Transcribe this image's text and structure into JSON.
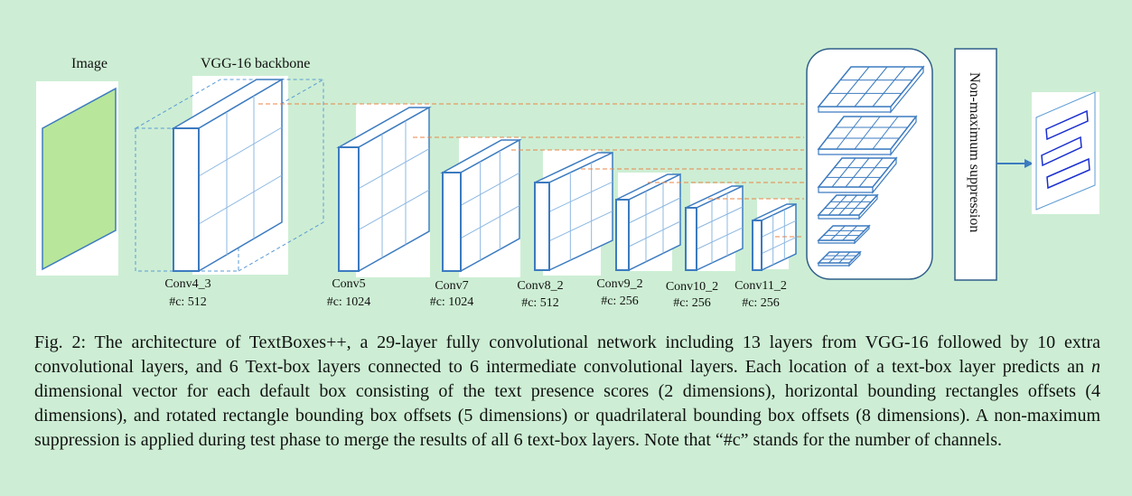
{
  "figure": {
    "headers": {
      "image": "Image",
      "backbone": "VGG-16 backbone",
      "nms": "Non-maximum suppression"
    },
    "layers": [
      {
        "name": "Conv4_3",
        "channels": "#c: 512"
      },
      {
        "name": "Conv5",
        "channels": "#c: 1024"
      },
      {
        "name": "Conv7",
        "channels": "#c: 1024"
      },
      {
        "name": "Conv8_2",
        "channels": "#c: 512"
      },
      {
        "name": "Conv9_2",
        "channels": "#c: 256"
      },
      {
        "name": "Conv10_2",
        "channels": "#c: 256"
      },
      {
        "name": "Conv11_2",
        "channels": "#c: 256"
      }
    ]
  },
  "caption": {
    "label": "Fig. 2:",
    "text_before_var": " The architecture of TextBoxes++, a 29-layer fully convolutional network including 13 layers from VGG-16 followed by 10 extra convolutional layers, and 6 Text-box layers connected to 6 intermediate convolutional layers. Each location of a text-box layer predicts an ",
    "var": "n",
    "text_after_var": " dimensional vector for each default box consisting of the text presence scores (2 dimensions), horizontal bounding rectangles offsets (4 dimensions), and rotated rectangle bounding box offsets (5 dimensions) or quadrilateral bounding box offsets (8 dimensions). A non-maximum suppression is applied during test phase to merge the results of all 6 text-box layers. Note that “#c” stands for the number of channels."
  }
}
